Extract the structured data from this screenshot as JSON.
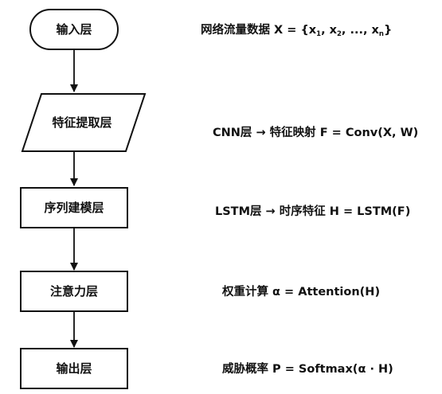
{
  "nodes": [
    {
      "label": "输入层",
      "shape": "terminator"
    },
    {
      "label": "特征提取层",
      "shape": "parallelogram"
    },
    {
      "label": "序列建模层",
      "shape": "process"
    },
    {
      "label": "注意力层",
      "shape": "process"
    },
    {
      "label": "输出层",
      "shape": "process"
    }
  ],
  "descriptions": [
    {
      "lead": "网络流量数据 X = {x",
      "sub1": "1",
      "mid1": ", x",
      "sub2": "2",
      "mid2": ", ..., x",
      "sub3": "n",
      "tail": "}"
    },
    {
      "text": "CNN层 → 特征映射 F = Conv(X, W)"
    },
    {
      "text": "LSTM层 → 时序特征 H = LSTM(F)"
    },
    {
      "text": "权重计算 α = Attention(H)"
    },
    {
      "text": "威胁概率 P = Softmax(α · H)"
    }
  ],
  "colors": {
    "stroke": "#111111",
    "fill": "#ffffff",
    "text": "#111111"
  }
}
